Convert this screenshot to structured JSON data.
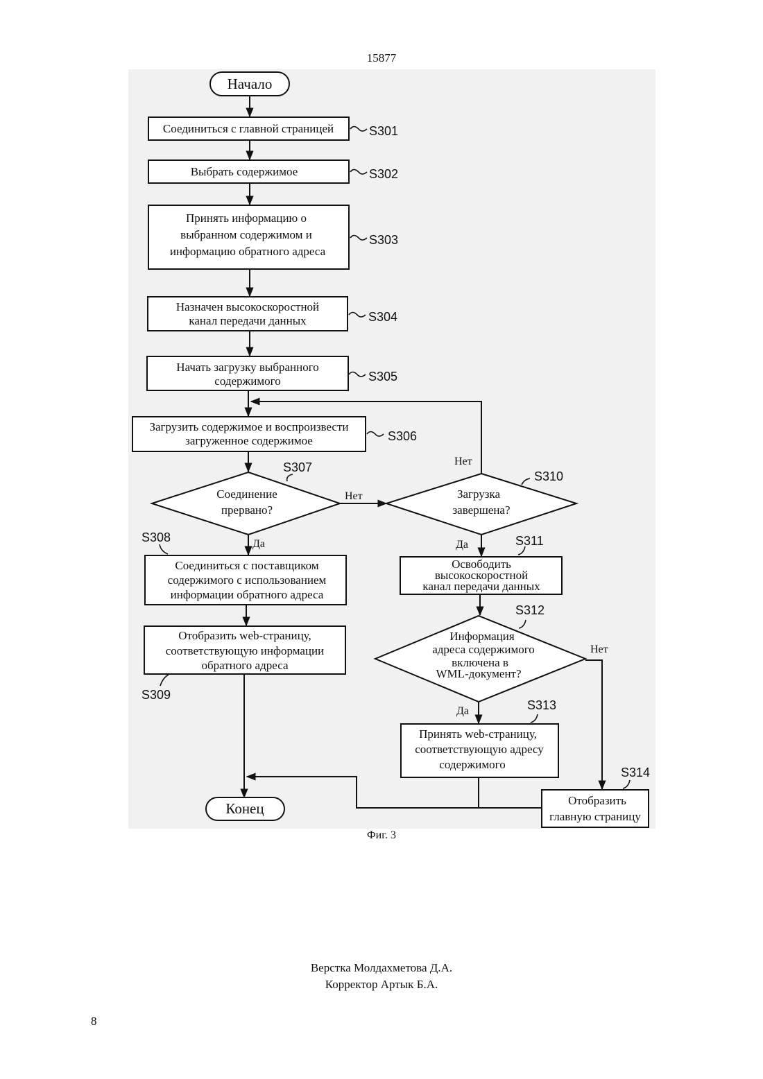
{
  "page_number_top": "15877",
  "figure_caption": "Фиг. 3",
  "credits": {
    "layout": "Верстка Молдахметова Д.А.",
    "corrector": "Корректор Артык Б.А."
  },
  "page_number_bottom": "8",
  "flowchart": {
    "start": "Начало",
    "end": "Конец",
    "steps": [
      {
        "id": "S301",
        "lines": [
          "Соединиться с главной страницей"
        ]
      },
      {
        "id": "S302",
        "lines": [
          "Выбрать содержимое"
        ]
      },
      {
        "id": "S303",
        "lines": [
          "Принять информацию о",
          "выбранном содержимом и",
          "информацию обратного адреса"
        ]
      },
      {
        "id": "S304",
        "lines": [
          "Назначен высокоскоростной",
          "канал передачи данных"
        ]
      },
      {
        "id": "S305",
        "lines": [
          "Начать загрузку выбранного",
          "содержимого"
        ]
      },
      {
        "id": "S306",
        "lines": [
          "Загрузить содержимое и воспроизвести",
          "загруженное содержимое"
        ]
      },
      {
        "id": "S307",
        "lines": [
          "Соединение",
          "прервано?"
        ]
      },
      {
        "id": "S308",
        "lines": [
          "Соединиться с поставщиком",
          "содержимого с использованием",
          "информации обратного адреса"
        ]
      },
      {
        "id": "S309",
        "lines": [
          "Отобразить web-страницу,",
          "соответствующую информации",
          "обратного адреса"
        ]
      },
      {
        "id": "S310",
        "lines": [
          "Загрузка",
          "завершена?"
        ]
      },
      {
        "id": "S311",
        "lines": [
          "Освободить",
          "высокоскоростной",
          "канал передачи данных"
        ]
      },
      {
        "id": "S312",
        "lines": [
          "Информация",
          "адреса содержимого",
          "включена в",
          "WML-документ?"
        ]
      },
      {
        "id": "S313",
        "lines": [
          "Принять web-страницу,",
          "соответствующую адресу",
          "содержимого"
        ]
      },
      {
        "id": "S314",
        "lines": [
          "Отобразить",
          "главную страницу"
        ]
      }
    ],
    "branch_labels": {
      "s307_no": "Нет",
      "s307_yes": "Да",
      "s310_no": "Нет",
      "s310_yes": "Да",
      "s312_no": "Нет",
      "s312_yes": "Да"
    }
  }
}
